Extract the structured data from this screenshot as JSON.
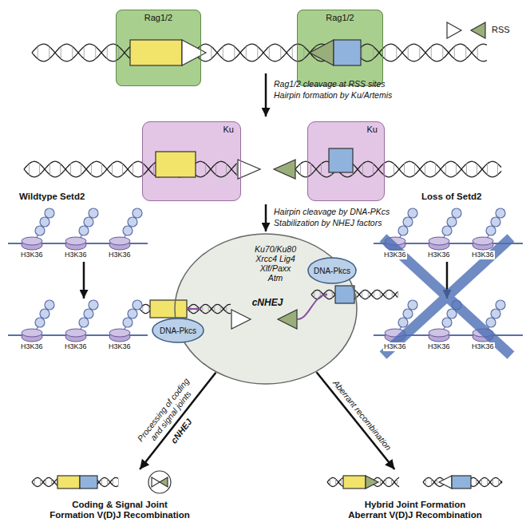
{
  "diagram": {
    "nodes": [
      {
        "text": [
          "Rag1/2"
        ]
      },
      {
        "text": [
          "Rag1/2"
        ]
      },
      {
        "text": [
          "Ku"
        ]
      },
      {
        "text": [
          "Ku"
        ]
      },
      {
        "text": [
          "Ku70/Ku80 Xrcc4 Lig4 Xlf/Paxx Atm",
          "cNHEJ"
        ]
      },
      {
        "text": [
          "DNA-Pkcs"
        ],
        "in": 4
      },
      {
        "text": [
          "DNA-Pkcs"
        ],
        "in": 4
      },
      {
        "text": [
          "Coding & Signal Joint Formation V(D)J Recombination"
        ]
      },
      {
        "text": [
          "Hybrid Joint Formation Aberrant V(D)J Recombination"
        ]
      }
    ],
    "edges": [
      {
        "from": 4,
        "to": 7,
        "arrow": "to",
        "label": "Processing of coding and signal joints"
      },
      {
        "from": 4,
        "to": 8,
        "arrow": "to",
        "label": "Aberrant recombination"
      }
    ],
    "labels": [
      "Rag1/2 cleavage at RSS sites",
      "Hairpin formation by Ku/Artemis",
      "Hairpin cleavage by DNA-PKcs",
      "Stabilization by NHEJ factors",
      "Wildtype Setd2",
      "Loss of Setd2",
      "H3K36",
      "H3K36",
      "H3K36",
      "H3K36",
      "H3K36",
      "H3K36",
      "H3K36",
      "H3K36",
      "H3K36",
      "H3K36",
      "H3K36",
      "H3K36",
      "cNHEJ"
    ],
    "legend": [
      {
        "text": "RSS"
      }
    ]
  }
}
